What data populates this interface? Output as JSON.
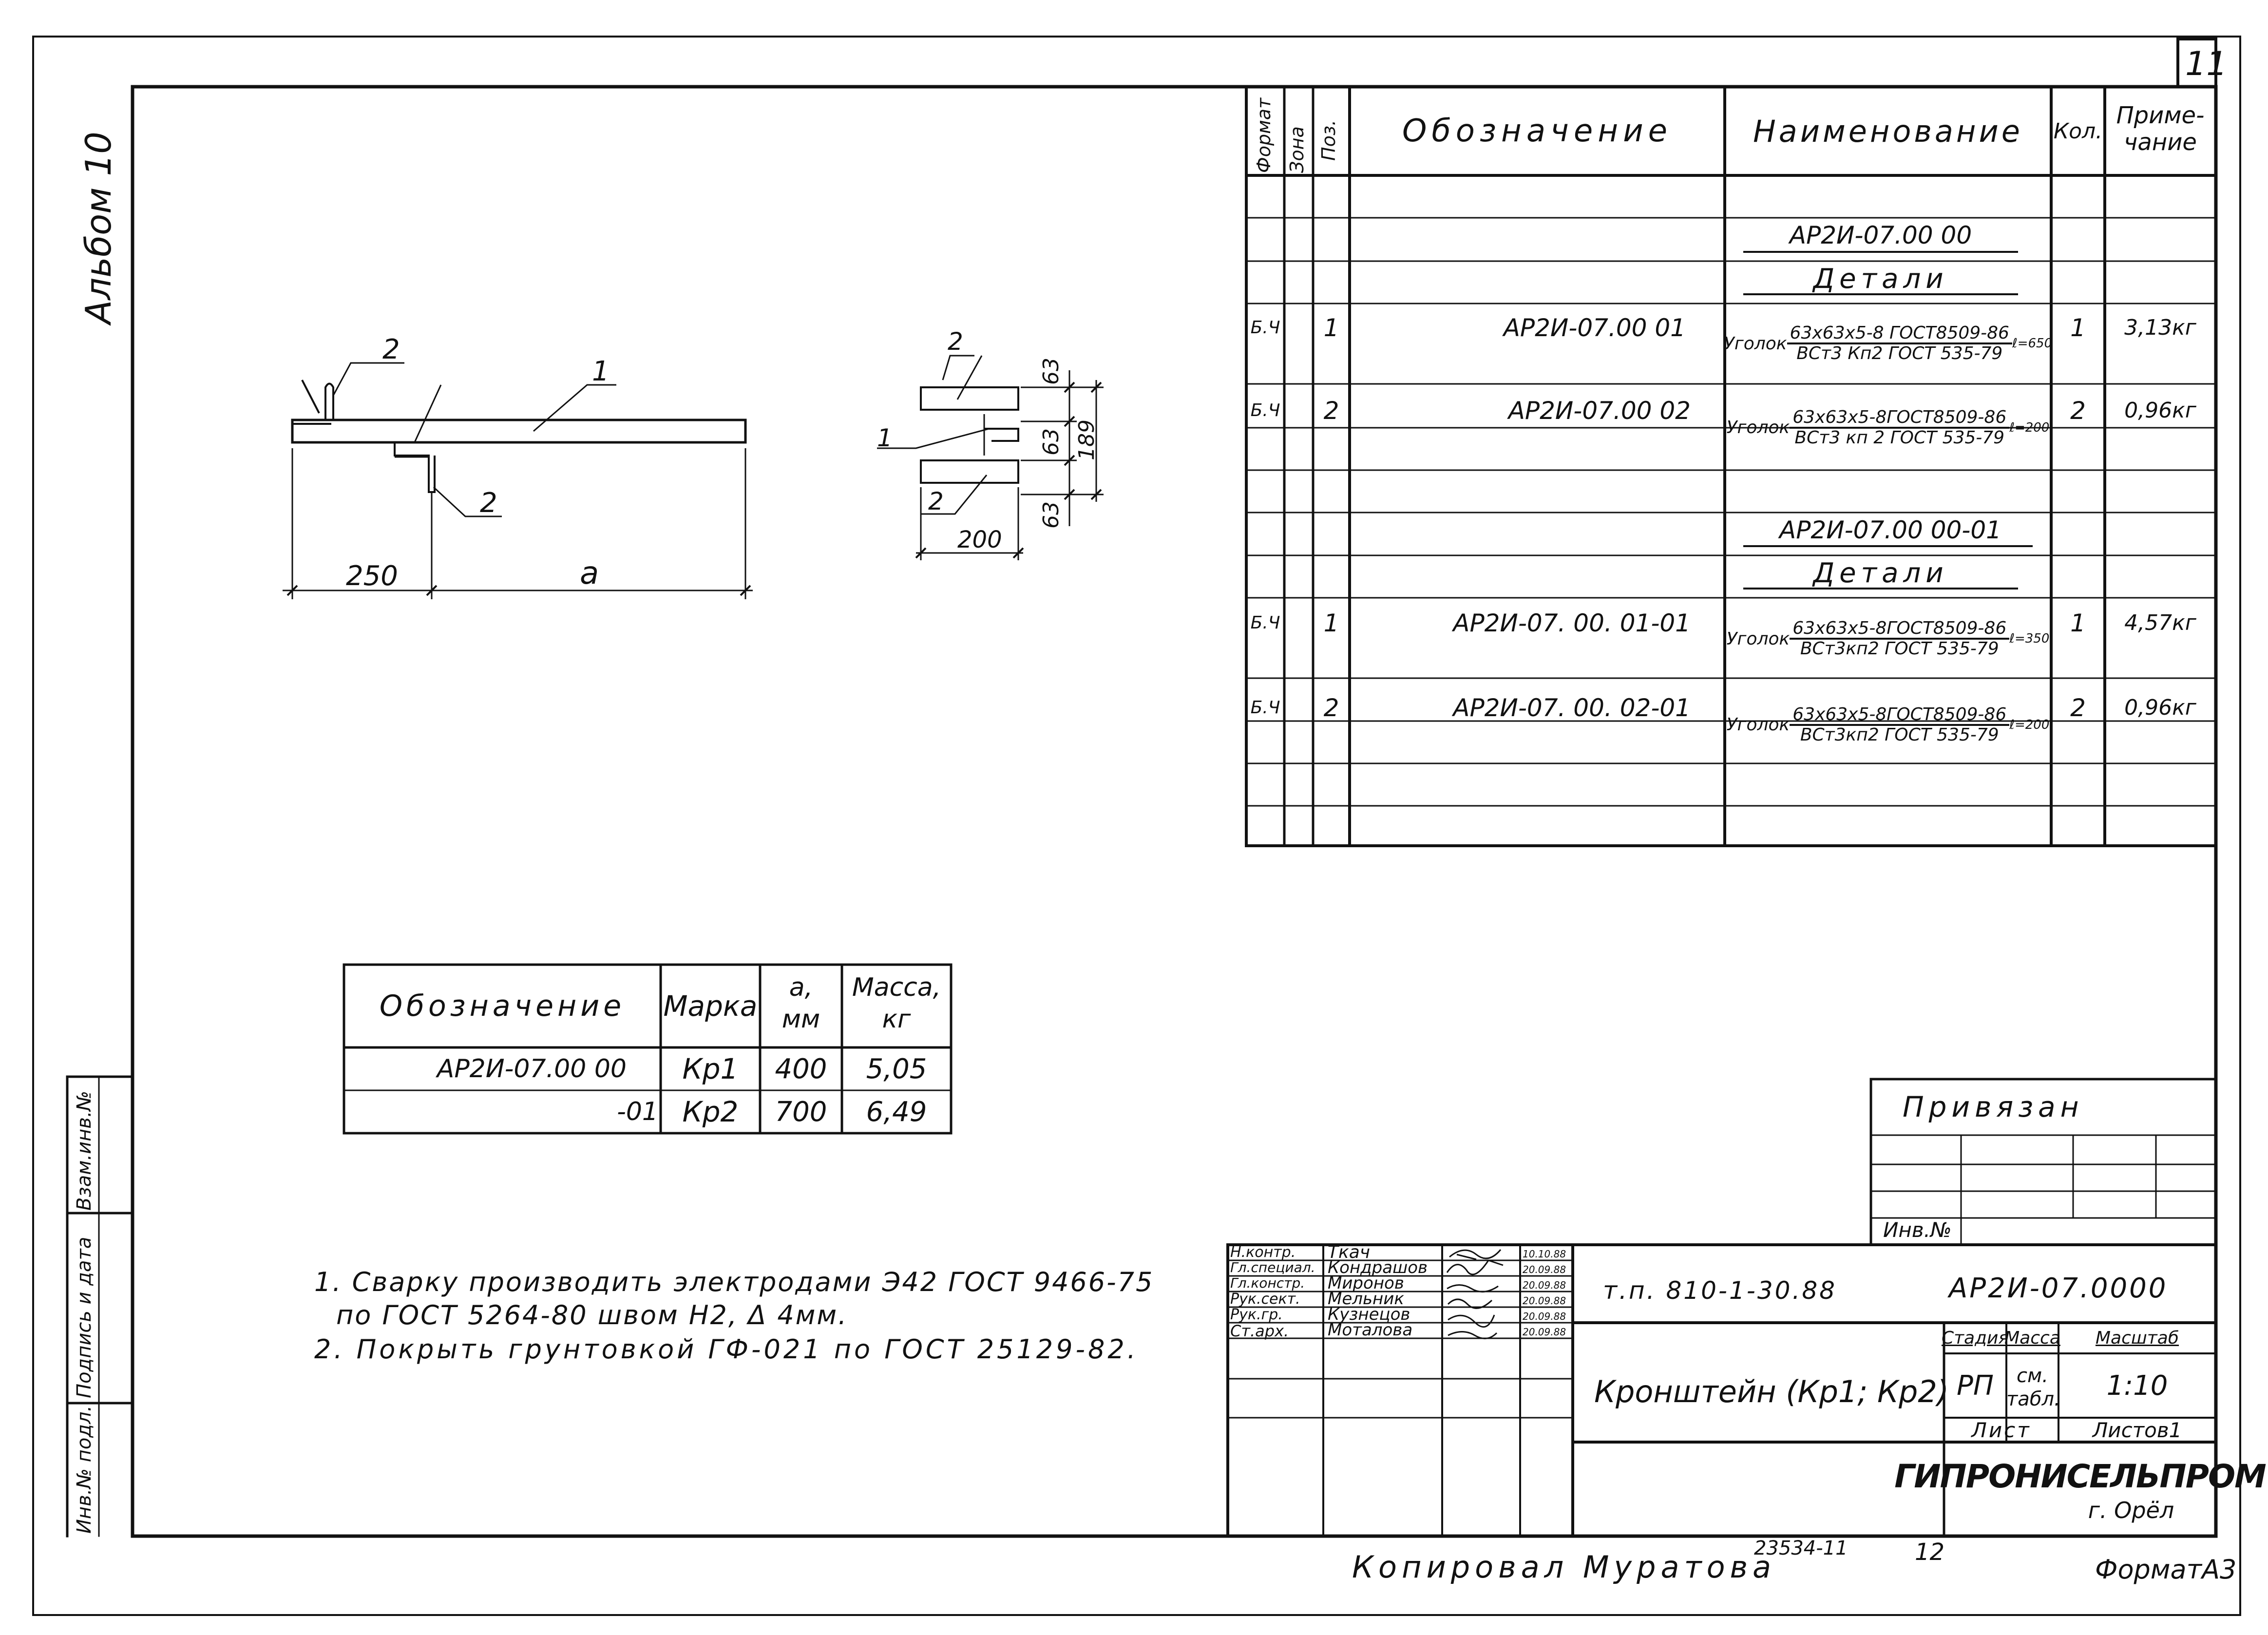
{
  "sheet_number": "11",
  "album_label": "Альбом 10",
  "drawing": {
    "side_view": {
      "dim_left": "250",
      "dim_right": "a",
      "callout_1": "1",
      "callout_2_top": "2",
      "callout_2_bottom": "2"
    },
    "section_view": {
      "callout_2_top": "2",
      "callout_1": "1",
      "callout_2_bottom": "2",
      "dim_width": "200",
      "dim_63_top": "63",
      "dim_63_mid": "63",
      "dim_63_bottom": "63",
      "dim_total": "189"
    }
  },
  "spec": {
    "headers": {
      "format": "Формат",
      "zone": "Зона",
      "pos": "Поз.",
      "designation": "Обозначение",
      "name": "Наименование",
      "qty": "Кол.",
      "note_line1": "Приме-",
      "note_line2": "чание"
    },
    "sections": [
      {
        "title": "АР2И-07.00 00",
        "subtitle": "Детали",
        "rows": [
          {
            "format": "Б.Ч",
            "pos": "1",
            "designation": "АР2И-07.00 01",
            "name_prefix": "Уголок",
            "name_num": "63х63х5-8 ГОСТ8509-86",
            "name_den": "ВСт3 Кп2 ГОСТ 535-79",
            "name_len": "ℓ=650",
            "qty": "1",
            "note": "3,13кг"
          },
          {
            "format": "Б.Ч",
            "pos": "2",
            "designation": "АР2И-07.00 02",
            "name_prefix": "Уголок",
            "name_num": "63х63х5-8ГОСТ8509-86",
            "name_den": "ВСт3 кп 2 ГОСТ 535-79",
            "name_len": "ℓ=200",
            "qty": "2",
            "note": "0,96кг"
          }
        ]
      },
      {
        "title": "АР2И-07.00 00-01",
        "subtitle": "Детали",
        "rows": [
          {
            "format": "Б.Ч",
            "pos": "1",
            "designation": "АР2И-07. 00. 01-01",
            "name_prefix": "Уголок",
            "name_num": "63х63х5-8ГОСТ8509-86",
            "name_den": "ВСт3кп2 ГОСТ 535-79",
            "name_len": "ℓ=350",
            "qty": "1",
            "note": "4,57кг"
          },
          {
            "format": "Б.Ч",
            "pos": "2",
            "designation": "АР2И-07. 00. 02-01",
            "name_prefix": "Уголок",
            "name_num": "63х63х5-8ГОСТ8509-86",
            "name_den": "ВСт3кп2 ГОСТ 535-79",
            "name_len": "ℓ=200",
            "qty": "2",
            "note": "0,96кг"
          }
        ]
      }
    ]
  },
  "variants": {
    "headers": {
      "designation": "Обозначение",
      "mark": "Марка",
      "a_line1": "а,",
      "a_line2": "мм",
      "mass_line1": "Масса,",
      "mass_line2": "кг"
    },
    "rows": [
      {
        "designation": "АР2И-07.00 00",
        "mark": "Кр1",
        "a": "400",
        "mass": "5,05"
      },
      {
        "designation": "-01",
        "mark": "Кр2",
        "a": "700",
        "mass": "6,49"
      }
    ]
  },
  "notes": [
    "1. Сварку производить электродами Э42 ГОСТ 9466-75",
    "по ГОСТ 5264-80 швом Н2, Δ 4мм.",
    "2. Покрыть грунтовкой ГФ-021 по ГОСТ 25129-82."
  ],
  "side_stamp": [
    "Взам.инв.№",
    "Подпись и дата",
    "Инв.№ подл."
  ],
  "binding": {
    "title": "Привязан",
    "inv_label": "Инв.№"
  },
  "title_block": {
    "roles": [
      {
        "role": "Н.контр.",
        "name": "Ткач",
        "date": "10.10.88"
      },
      {
        "role": "Гл.специал.",
        "name": "Кондрашов",
        "date": "20.09.88"
      },
      {
        "role": "Гл.констр.",
        "name": "Миронов",
        "date": "20.09.88"
      },
      {
        "role": "Рук.сект.",
        "name": "Мельник",
        "date": "20.09.88"
      },
      {
        "role": "Рук.гр.",
        "name": "Кузнецов",
        "date": "20.09.88"
      },
      {
        "role": "Ст.арх.",
        "name": "Моталова",
        "date": "20.09.88"
      }
    ],
    "project": "т.п. 810-1-30.88",
    "code": "АР2И-07.0000",
    "title": "Кронштейн (Кр1; Кр2)",
    "col_stage": "Стадия",
    "col_mass": "Масса",
    "col_scale": "Масштаб",
    "stage": "РП",
    "mass_line1": "см.",
    "mass_line2": "табл.",
    "scale": "1:10",
    "sheet_label": "Лист",
    "sheets_label": "Листов1",
    "org": "ГИПРОНИСЕЛЬПРОМ",
    "city": "г. Орёл"
  },
  "footer": {
    "copied": "Копировал Муратова",
    "order": "23534-11",
    "num": "12",
    "format": "ФорматА3"
  }
}
